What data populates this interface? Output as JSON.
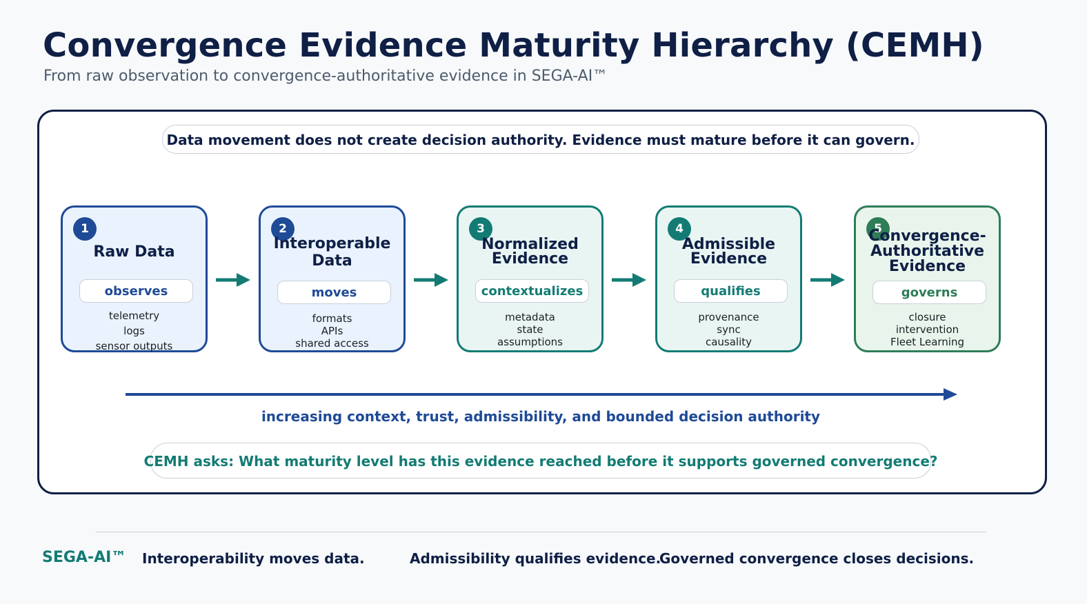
{
  "header": {
    "title": "Convergence Evidence Maturity Hierarchy (CEMH)",
    "subtitle": "From raw observation to convergence-authoritative evidence in SEGA-AI™"
  },
  "principle": "Data movement does not create decision authority. Evidence must mature before it can govern.",
  "stages": [
    {
      "number": "1",
      "title_lines": [
        "Raw Data"
      ],
      "verb": "observes",
      "details": [
        "telemetry",
        "logs",
        "sensor outputs"
      ]
    },
    {
      "number": "2",
      "title_lines": [
        "Interoperable",
        "Data"
      ],
      "verb": "moves",
      "details": [
        "formats",
        "APIs",
        "shared access"
      ]
    },
    {
      "number": "3",
      "title_lines": [
        "Normalized",
        "Evidence"
      ],
      "verb": "contextualizes",
      "details": [
        "metadata",
        "state",
        "assumptions"
      ]
    },
    {
      "number": "4",
      "title_lines": [
        "Admissible",
        "Evidence"
      ],
      "verb": "qualifies",
      "details": [
        "provenance",
        "sync",
        "causality"
      ]
    },
    {
      "number": "5",
      "title_lines": [
        "Convergence-",
        "Authoritative",
        "Evidence"
      ],
      "verb": "governs",
      "details": [
        "closure",
        "intervention",
        "Fleet Learning"
      ]
    }
  ],
  "axis_label": "increasing context, trust, admissibility, and bounded decision authority",
  "question": "CEMH asks: What maturity level has this evidence reached before it supports governed convergence?",
  "footer": {
    "brand": "SEGA-AI™",
    "items": [
      "Interoperability moves data.",
      "Admissibility qualifies evidence.",
      "Governed convergence closes decisions."
    ]
  },
  "colors": {
    "navy": "#0f1f45",
    "blue": "#1e4a96",
    "teal": "#137b73",
    "green": "#2e7d57"
  }
}
